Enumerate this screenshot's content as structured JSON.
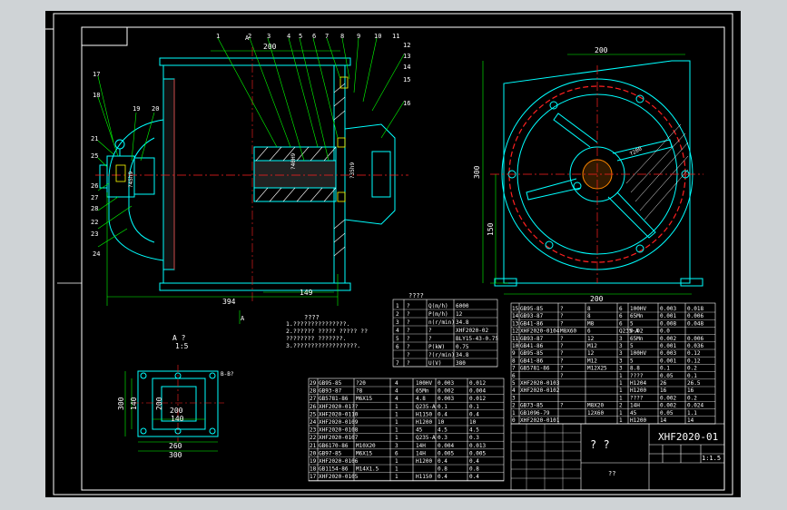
{
  "drawing": {
    "title_block": {
      "drawing_number": "XHF2020-01",
      "scale": "1:1.5",
      "part_name": "? ?",
      "company": "??"
    },
    "view_label": "A ?",
    "view_scale": "1:5",
    "section_label": "B-B?",
    "arrow_label": "A",
    "view_marker": "A",
    "front_dims": {
      "top": "200",
      "bottom": "149",
      "overall": "394",
      "boss": "?40H9",
      "shaft": "?35h9",
      "hub": "?45h9"
    },
    "right_dims": {
      "top": "200",
      "bottom": "200",
      "height": "300",
      "center": "150",
      "radius": "?200"
    },
    "a_view_dims": {
      "w1": "200",
      "w2": "140",
      "w3": "260",
      "w4": "300",
      "h1": "200",
      "h2": "140",
      "h3": "300"
    },
    "callouts_top": [
      "1",
      "2",
      "3",
      "4",
      "5",
      "6",
      "7",
      "8",
      "9",
      "10",
      "11",
      "12",
      "13",
      "14",
      "15",
      "16"
    ],
    "callouts_left": [
      "17",
      "18",
      "19",
      "20",
      "21",
      "25",
      "26",
      "27",
      "28",
      "22",
      "23",
      "24"
    ],
    "spec_title": "????",
    "spec_rows": [
      [
        "1",
        "?",
        "Q(m/h)",
        "6000"
      ],
      [
        "2",
        "?",
        "P(m/h)",
        "12"
      ],
      [
        "3",
        "?",
        "n(r/min)",
        "34.8"
      ],
      [
        "4",
        "?",
        "?",
        "XHF2020-02"
      ],
      [
        "5",
        "?",
        "?",
        "BLY15-43-0.75"
      ],
      [
        "6",
        "?",
        "P(kW)",
        "0.75"
      ],
      [
        "",
        "?",
        "?(r/min)",
        "34.8"
      ],
      [
        "7",
        "?",
        "U(V)",
        "380"
      ]
    ],
    "notes_title": "????",
    "notes": [
      "1.???????????????.",
      "2.?????? ????? ????? ??",
      "???????? ???????.",
      "3.??????????????????."
    ],
    "bom_left": [
      [
        "29",
        "GB95-85",
        "?20",
        "4",
        "100HV",
        "0.003",
        "0.012"
      ],
      [
        "28",
        "GB93-87",
        "?8",
        "4",
        "65Mn",
        "0.002",
        "0.004"
      ],
      [
        "27",
        "GB5781-86",
        "M6X15",
        "4",
        "4.8",
        "0.003",
        "0.012"
      ],
      [
        "26",
        "XHF2020-01??",
        "",
        "1",
        "Q235-A",
        "0.1",
        "0.1"
      ],
      [
        "25",
        "XHF2020-0110",
        "",
        "1",
        "H1150",
        "0.4",
        "0.4"
      ],
      [
        "24",
        "XHF2020-0109",
        "",
        "1",
        "H1200",
        "10",
        "10"
      ],
      [
        "23",
        "XHF2020-0108",
        "",
        "1",
        "45",
        "4.5",
        "4.5"
      ],
      [
        "22",
        "XHF2020-0107",
        "",
        "1",
        "Q235-A",
        "0.3",
        "0.3"
      ],
      [
        "21",
        "GB6170-86",
        "M10X20",
        "3",
        "14H",
        "0.004",
        "0.013"
      ],
      [
        "20",
        "GB97-85",
        "M6X15",
        "6",
        "14H",
        "0.005",
        "0.005"
      ],
      [
        "19",
        "XHF2020-0106",
        "",
        "1",
        "H1200",
        "0.4",
        "0.4"
      ],
      [
        "18",
        "GB1154-86",
        "M14X1.5",
        "1",
        "",
        "0.8",
        "0.8"
      ],
      [
        "17",
        "XHF2020-0105",
        "",
        "1",
        "H1150",
        "0.4",
        "0.4"
      ]
    ],
    "bom_right": [
      [
        "15",
        "GB95-85",
        "?",
        "8",
        "6",
        "100HV",
        "0.003",
        "0.018"
      ],
      [
        "14",
        "GB93-87",
        "?",
        "8",
        "6",
        "65Mn",
        "0.001",
        "0.006"
      ],
      [
        "13",
        "GB41-86",
        "?",
        "M8",
        "6",
        "5",
        "0.008",
        "0.048"
      ],
      [
        "12",
        "XHF2020-0104",
        "M8X60",
        "6",
        "Q235-A",
        "0.02",
        "0.0"
      ],
      [
        "11",
        "GB93-87",
        "?",
        "12",
        "3",
        "65Mn",
        "0.002",
        "0.006"
      ],
      [
        "10",
        "GB41-86",
        "?",
        "M12",
        "3",
        "5",
        "0.001",
        "0.036"
      ],
      [
        "9",
        "GB95-85",
        "?",
        "12",
        "3",
        "100HV",
        "0.003",
        "0.12"
      ],
      [
        "8",
        "GB41-86",
        "?",
        "M12",
        "3",
        "5",
        "0.001",
        "0.12"
      ],
      [
        "7",
        "GB5781-86",
        "?",
        "M12X25",
        "3",
        "8.8",
        "0.1",
        "0.2"
      ],
      [
        "6",
        "",
        "?",
        "",
        "1",
        "????",
        "0.05",
        "0.1"
      ],
      [
        "5",
        "XHF2020-0103",
        "",
        "",
        "1",
        "H1204",
        "26",
        "26.5"
      ],
      [
        "4",
        "XHF2020-0102",
        "",
        "",
        "1",
        "H1200",
        "16",
        "16"
      ],
      [
        "3",
        "",
        "",
        "",
        "1",
        "????",
        "0.002",
        "0.2"
      ],
      [
        "2",
        "GB73-85",
        "?",
        "M8X20",
        "2",
        "14H",
        "0.002",
        "0.024"
      ],
      [
        "1",
        "GB1096-79",
        "",
        "12X60",
        "1",
        "45",
        "0.05",
        "1.1"
      ],
      [
        "0",
        "XHF2020-0101",
        "",
        "",
        "1",
        "H1200",
        "14",
        "14"
      ]
    ],
    "colors": {
      "frame": "#ffffff",
      "outline": "#00ffff",
      "dim": "#00ff00",
      "center": "#ff2020",
      "hatch": "#ffffff",
      "highlight": "#ffff00"
    }
  }
}
